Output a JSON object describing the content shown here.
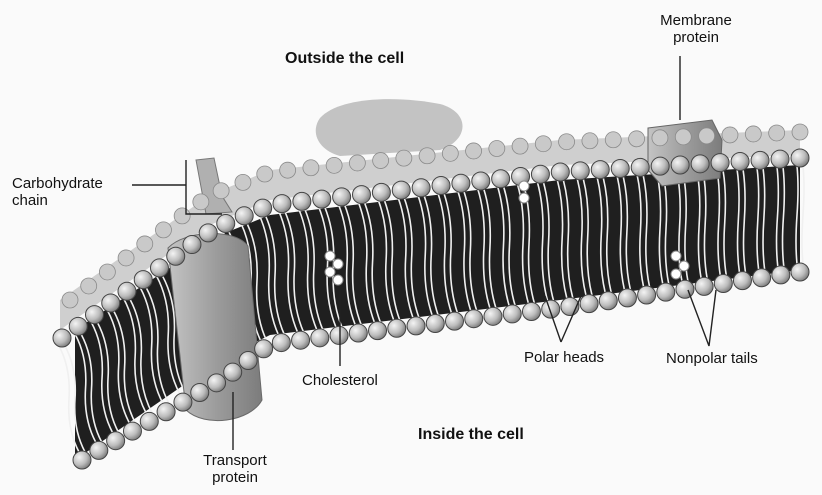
{
  "labels": {
    "outside": "Outside the cell",
    "inside": "Inside the cell",
    "membrane_protein_line1": "Membrane",
    "membrane_protein_line2": "protein",
    "carbohydrate_line1": "Carbohydrate",
    "carbohydrate_line2": "chain",
    "cholesterol": "Cholesterol",
    "polar_heads": "Polar heads",
    "nonpolar_tails": "Nonpolar tails",
    "transport_line1": "Transport",
    "transport_line2": "protein"
  },
  "colors": {
    "head": "#bdbdbd",
    "tail": "#f2f2f2",
    "core": "#1c1c1c",
    "protein": "#9a9a9a",
    "cholesterol": "#ffffff",
    "line": "#222222"
  }
}
